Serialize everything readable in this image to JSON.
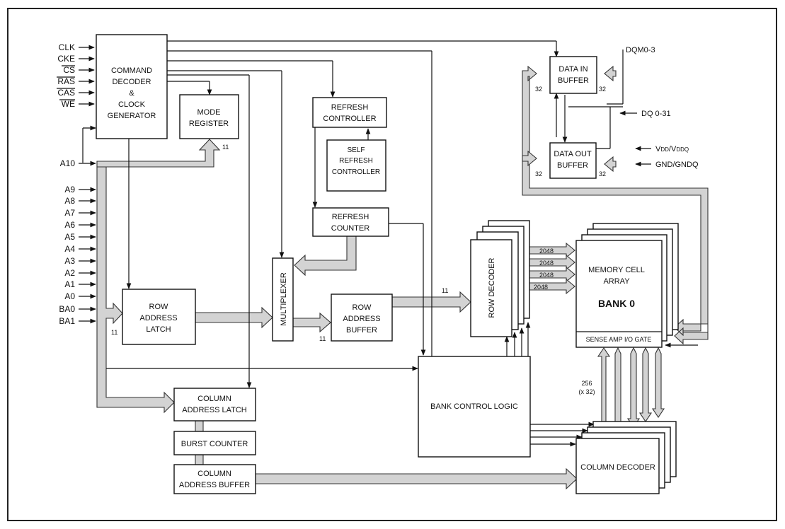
{
  "blocks": {
    "command_decoder": [
      "COMMAND",
      "DECODER",
      "&",
      "CLOCK",
      "GENERATOR"
    ],
    "mode_register": [
      "MODE",
      "REGISTER"
    ],
    "refresh_controller": [
      "REFRESH",
      "CONTROLLER"
    ],
    "self_refresh_controller": [
      "SELF",
      "REFRESH",
      "CONTROLLER"
    ],
    "refresh_counter": [
      "REFRESH",
      "COUNTER"
    ],
    "multiplexer": "MULTIPLEXER",
    "row_address_latch": [
      "ROW",
      "ADDRESS",
      "LATCH"
    ],
    "row_address_buffer": [
      "ROW",
      "ADDRESS",
      "BUFFER"
    ],
    "row_decoder": "ROW DECODER",
    "memory_cell_array": [
      "MEMORY CELL",
      "ARRAY"
    ],
    "bank": "BANK 0",
    "sense_amp": "SENSE AMP I/O GATE",
    "data_in_buffer": [
      "DATA IN",
      "BUFFER"
    ],
    "data_out_buffer": [
      "DATA OUT",
      "BUFFER"
    ],
    "bank_control_logic": "BANK CONTROL LOGIC",
    "column_address_latch": [
      "COLUMN",
      "ADDRESS LATCH"
    ],
    "burst_counter": "BURST COUNTER",
    "column_address_buffer": [
      "COLUMN",
      "ADDRESS BUFFER"
    ],
    "column_decoder": "COLUMN DECODER"
  },
  "control_pins": [
    "CLK",
    "CKE",
    "CS",
    "RAS",
    "CAS",
    "WE"
  ],
  "address_pins": [
    "A10",
    "A9",
    "A8",
    "A7",
    "A6",
    "A5",
    "A4",
    "A3",
    "A2",
    "A1",
    "A0",
    "BA0",
    "BA1"
  ],
  "right_signals": {
    "dqm": "DQM0-3",
    "dq": "DQ 0-31",
    "vdd_prefix": "V",
    "vdd_sub": "DD",
    "vdd_mid": "/V",
    "vddq_sub": "DDQ",
    "gnd": "GND/GNDQ"
  },
  "bus_labels": {
    "mode_reg_width": "11",
    "row_latch_width": "11",
    "mux_out_width": "11",
    "row_buf_width": "11",
    "row_lines": [
      "2048",
      "2048",
      "2048",
      "2048"
    ],
    "col_width": [
      "256",
      "(x 32)"
    ],
    "data_in_left": "32",
    "data_in_right": "32",
    "data_out_left": "32",
    "data_out_right": "32"
  }
}
